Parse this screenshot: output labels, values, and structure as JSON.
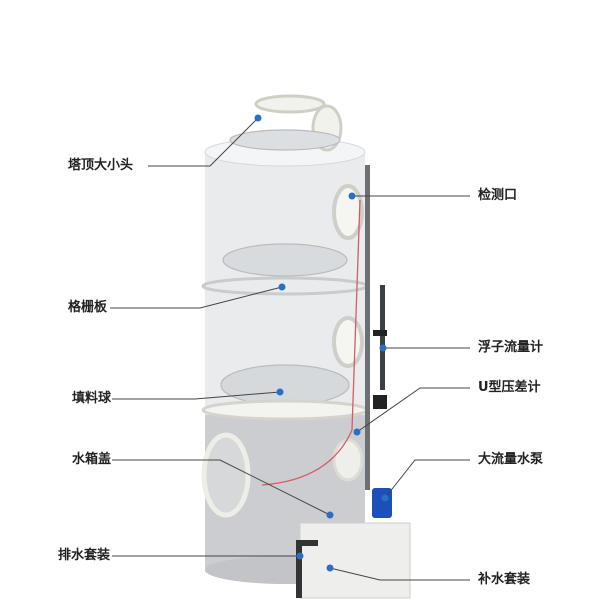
{
  "diagram": {
    "labels": {
      "top_reducer": "塔顶大小头",
      "inspection_port": "检测口",
      "grille_plate": "格栅板",
      "float_flowmeter": "浮子流量计",
      "packing_balls": "填料球",
      "u_manometer": "U型压差计",
      "tank_cover": "水箱盖",
      "high_flow_pump": "大流量水泵",
      "drain_kit": "排水套装",
      "makeup_water_kit": "补水套装"
    },
    "colors": {
      "tower": "#e6e8ea",
      "sump": "#c9cbce",
      "pipe": "#3a3f44",
      "pump": "#1d4fb8",
      "dot": "#2b6fc4",
      "hose": "#d65a6a"
    }
  }
}
